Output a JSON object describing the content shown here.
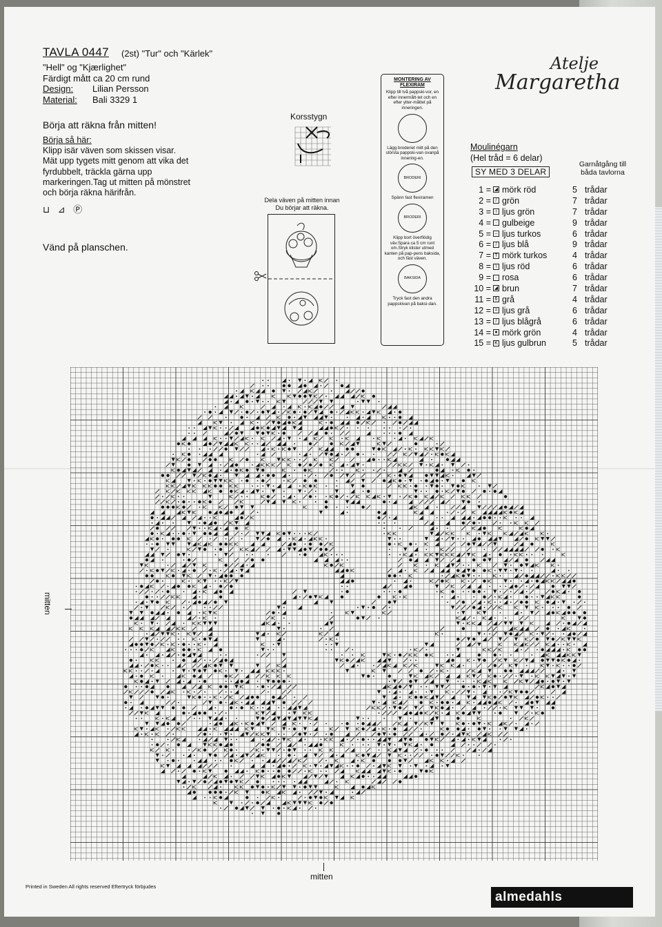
{
  "header": {
    "title": "TAVLA 0447",
    "title_sub": "(2st) \"Tur\" och \"Kärlek\"",
    "line2": "\"Hell\" og \"Kjærlighet\"",
    "line3": "Färdigt mått ca 20 cm rund",
    "design_label": "Design:",
    "design_value": "Lilian Persson",
    "material_label": "Material:",
    "material_value": "Bali 3329 1"
  },
  "start_text": "Börja att räkna från mitten!",
  "instructions": {
    "heading": "Börja så här:",
    "lines": [
      "Klipp isär väven som skissen visar.",
      "Mät upp tygets mitt genom att vika det",
      "fyrdubbelt,   träckla   gärna   upp",
      "markeringen.Tag ut mitten på mönstret",
      "och börja räkna härifrån."
    ]
  },
  "care_symbols": "⊔ ⊿ Ⓟ",
  "turn_text": "Vänd på planschen.",
  "logo": {
    "line1": "Atelje",
    "line2": "Margaretha"
  },
  "stitch": {
    "title": "Korsstygn"
  },
  "divide": {
    "line1": "Dela väven på mitten innan",
    "line2": "Du börjar att räkna."
  },
  "mounting": {
    "title1": "MONTERING AV",
    "title2": "FLEXIRAM",
    "step1": "Klipp till två pappski-vor, en efter innermått-tet och en efter ytter-måttet på inneringen.",
    "step2": "Lägg broderiet mitt på den största pappski-van ovanpå innering-en.",
    "circle2": "BRODERI",
    "step3": "Spänn fast flexiramen",
    "circle3": "BRODERI",
    "step4": "Klipp bort överflödig väv.Spara ca 5 cm runt om.Stryk klister utmed kanten på pap-pens baksida, och fäst väven.",
    "circle4": "BAKSIDA",
    "step5": "Tryck fast den andra pappskivan på baksi-dan."
  },
  "yarn": {
    "heading": "Moulinégarn",
    "sub": "(Hel tråd = 6 delar)",
    "sy_label": "SY MED 3 DELAR",
    "garn_head1": "Garnåtgång till",
    "garn_head2": "båda tavlorna",
    "items": [
      {
        "num": "1 =",
        "sym": "◢",
        "name": "mörk röd",
        "count": "5",
        "unit": "trådar"
      },
      {
        "num": "2 =",
        "sym": "/",
        "name": "grön",
        "count": "7",
        "unit": "trådar"
      },
      {
        "num": "3 =",
        "sym": "ı",
        "name": "ljus grön",
        "count": "7",
        "unit": "trådar"
      },
      {
        "num": "4 =",
        "sym": "·",
        "name": "gulbeige",
        "count": "9",
        "unit": "trådar"
      },
      {
        "num": "5 =",
        "sym": "–",
        "name": "ljus turkos",
        "count": "6",
        "unit": "trådar"
      },
      {
        "num": "6 =",
        "sym": "/",
        "name": "ljus blå",
        "count": "9",
        "unit": "trådar"
      },
      {
        "num": "7 =",
        "sym": "T",
        "name": "mörk turkos",
        "count": "4",
        "unit": "trådar"
      },
      {
        "num": "8 =",
        "sym": "\\",
        "name": "ljus röd",
        "count": "6",
        "unit": "trådar"
      },
      {
        "num": "9 =",
        "sym": "·",
        "name": "rosa",
        "count": "6",
        "unit": "trådar"
      },
      {
        "num": "10 =",
        "sym": "◢",
        "name": "brun",
        "count": "7",
        "unit": "trådar"
      },
      {
        "num": "11 =",
        "sym": "6",
        "name": "grå",
        "count": "4",
        "unit": "trådar"
      },
      {
        "num": "12 =",
        "sym": "=",
        "name": "ljus grå",
        "count": "6",
        "unit": "trådar"
      },
      {
        "num": "13 =",
        "sym": "/",
        "name": "ljus blågrå",
        "count": "6",
        "unit": "trådar"
      },
      {
        "num": "14 =",
        "sym": "●",
        "name": "mörk grön",
        "count": "4",
        "unit": "trådar"
      },
      {
        "num": "15 =",
        "sym": "K",
        "name": "ljus gulbrun",
        "count": "5",
        "unit": "trådar"
      }
    ]
  },
  "chart": {
    "mitten_bottom": "mitten",
    "mitten_left": "mitten"
  },
  "footer": {
    "printed": "Printed in Sweden   All rights reserved   Eftertryck förbjudes",
    "brand": "almedahls"
  }
}
